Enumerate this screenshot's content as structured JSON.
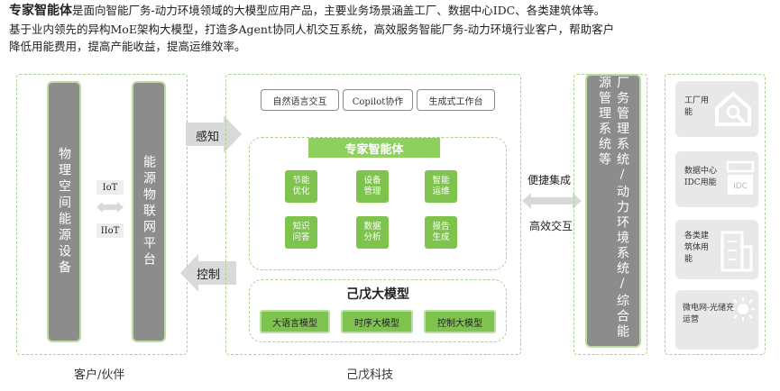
{
  "intro": {
    "title": "专家智能体",
    "line1_rest": "是面向智能厂务-动力环境领域的大模型应用产品，主要业务场景涵盖工厂、数据中心IDC、各类建筑体等。",
    "line2": "基于业内领先的异构MoE架构大模型，打造多Agent协同人机交互系统，高效服务智能厂务-动力环境行业客户，帮助客户",
    "line3": "降低用能费用，提高产能收益，提高运维效率。"
  },
  "left": {
    "bar1": "物理空间能源设备",
    "bar2": "能源物联网平台",
    "iot1": "IoT",
    "iot2": "IIoT",
    "footer": "客户/伙伴"
  },
  "arrows": {
    "sense": "感知",
    "control": "控制",
    "integrate": "便捷集成",
    "interact": "高效交互"
  },
  "center": {
    "tabs": [
      "自然语言交互",
      "Copilot协作",
      "生成式工作台"
    ],
    "agent_title": "专家智能体",
    "agent_items": [
      "节能优化",
      "设备管理",
      "智能运维",
      "知识问答",
      "数据分析",
      "报告生成"
    ],
    "model_title": "己戊大模型",
    "models": [
      "大语言模型",
      "时序大模型",
      "控制大模型"
    ],
    "footer": "己戊科技"
  },
  "right": {
    "bar": "厂务管理系统/动力环境系统/综合能源管理系统等",
    "cards": [
      {
        "label": "工厂用能",
        "icon": "wrench-house-icon"
      },
      {
        "label": "数据中心IDC用能",
        "icon": "idc-server-icon"
      },
      {
        "label": "各类建筑体用能",
        "icon": "building-icon"
      },
      {
        "label": "微电网-光储充运营",
        "icon": "solar-grid-icon"
      }
    ]
  },
  "colors": {
    "green": "#7fc34f",
    "grey": "#8c8c8c",
    "lightgreen": "#b7dfa0"
  }
}
